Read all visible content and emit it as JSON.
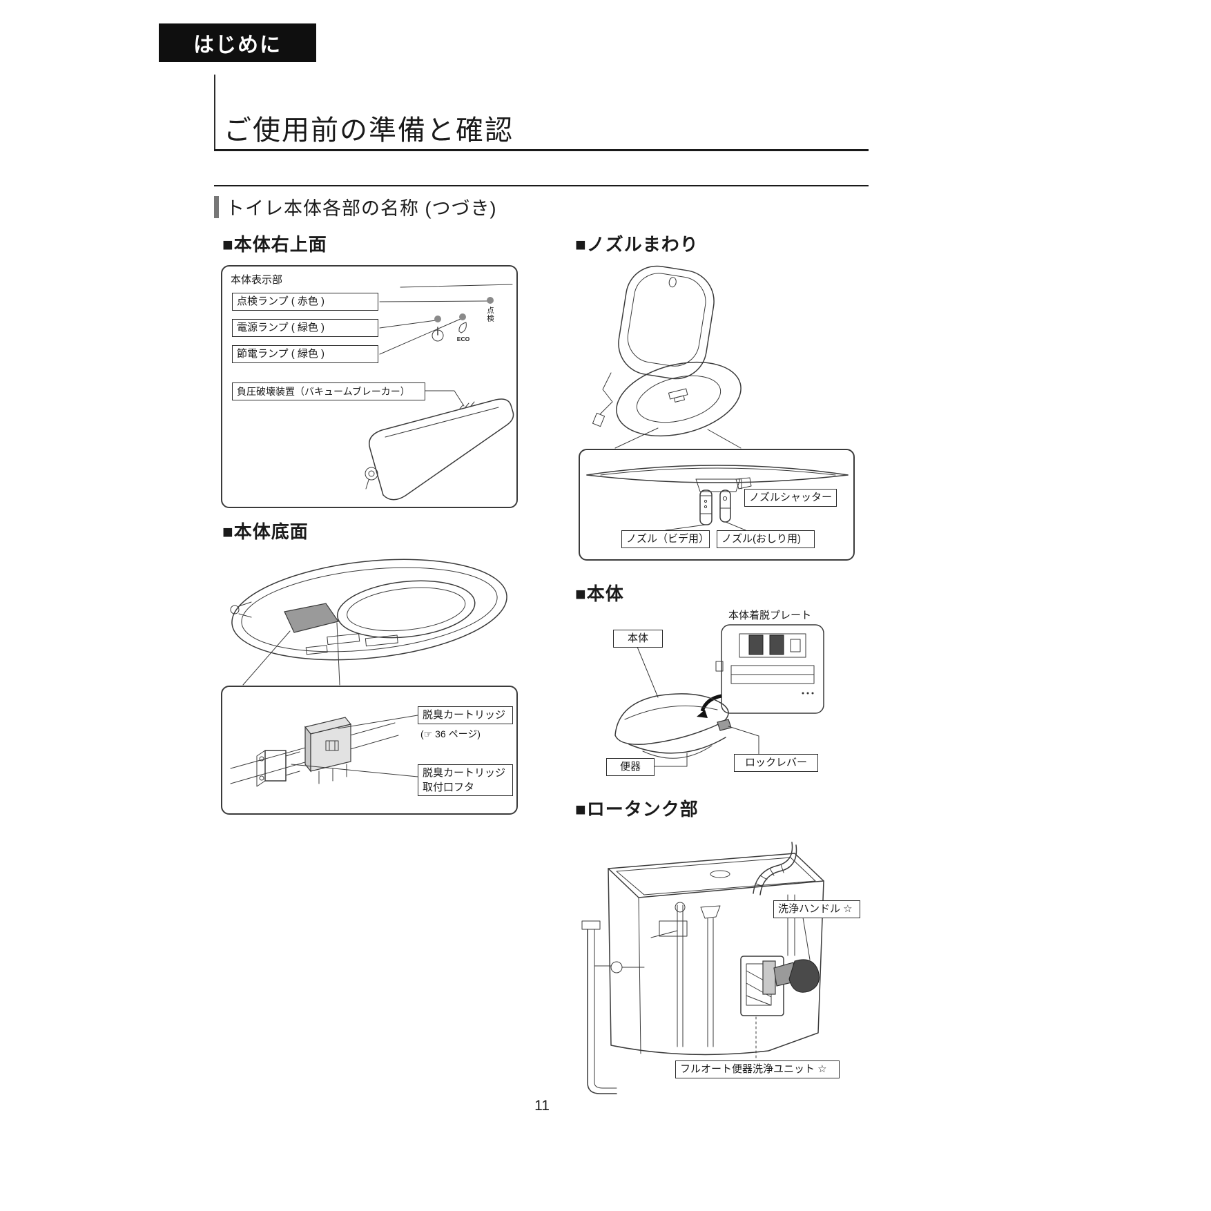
{
  "page": {
    "chapter_tag": "はじめに",
    "title": "ご使用前の準備と確認",
    "section_title": "トイレ本体各部の名称 (つづき)",
    "number": "11"
  },
  "fig_top": {
    "heading": "■本体右上面",
    "display_label": "本体表示部",
    "inspection_lamp": "点検ランプ ( 赤色 )",
    "power_lamp": "電源ランプ ( 緑色 )",
    "eco_lamp": "節電ランプ ( 緑色 )",
    "vacuum_breaker": "負圧破壊装置（バキュームブレーカー）",
    "eco_icon_text": "ECO",
    "inspection_icon_text": "点検"
  },
  "fig_bottom": {
    "heading": "■本体底面",
    "cartridge": "脱臭カートリッジ",
    "cartridge_ref": "(☞ 36 ページ)",
    "lid_line1": "脱臭カートリッジ",
    "lid_line2": "取付口フタ"
  },
  "fig_nozzle": {
    "heading": "■ノズルまわり",
    "shutter": "ノズルシャッター",
    "nozzle_bidet": "ノズル（ビデ用）",
    "nozzle_rear": "ノズル(おしり用)"
  },
  "fig_body": {
    "heading": "■本体",
    "plate_label": "本体着脱プレート",
    "body_label": "本体",
    "bowl_label": "便器",
    "lock_label": "ロックレバー"
  },
  "fig_tank": {
    "heading": "■ロータンク部",
    "handle_label": "洗浄ハンドル ☆",
    "unit_label": "フルオート便器洗浄ユニット ☆"
  },
  "colors": {
    "ink": "#1a1a1a",
    "line": "#3a3a3a",
    "lamp_gray": "#8a8a8a"
  }
}
